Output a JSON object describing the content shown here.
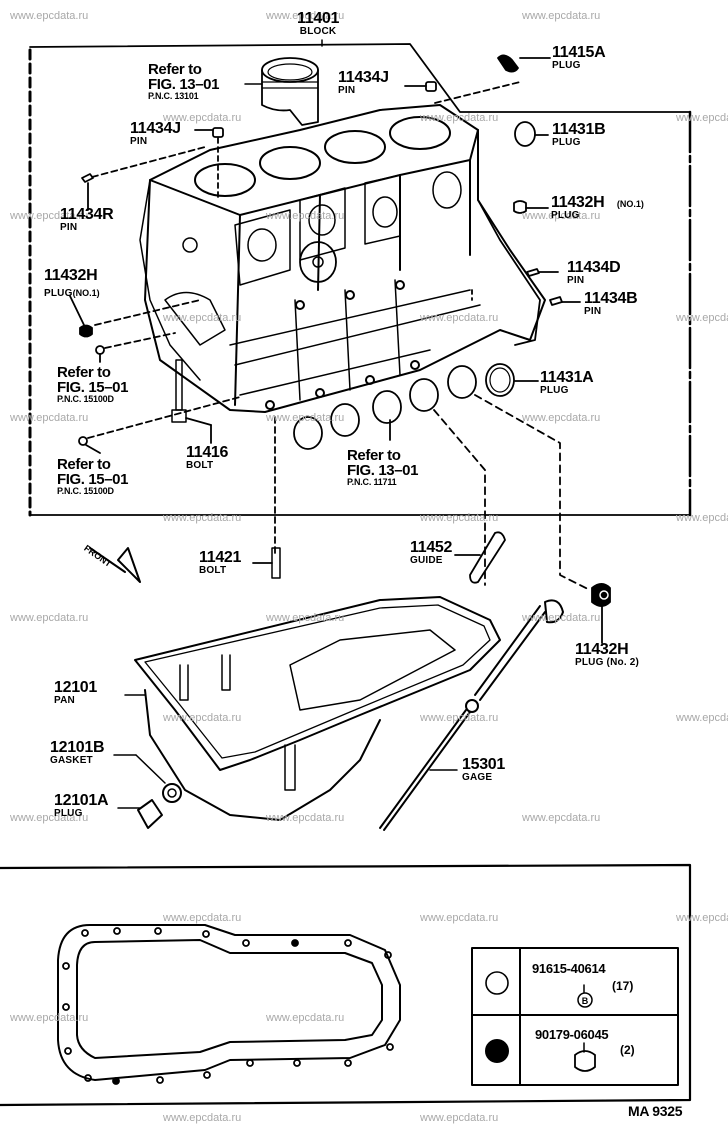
{
  "diagram": {
    "code": "MA 9325",
    "watermark": "www.epcdata.ru",
    "front_label": "FRONT"
  },
  "parts": {
    "block": {
      "pn": "11401",
      "name": "BLOCK"
    },
    "plug_11415a": {
      "pn": "11415A",
      "name": "PLUG"
    },
    "pin_11434j_top": {
      "pn": "11434J",
      "name": "PIN"
    },
    "pin_11434j_left": {
      "pn": "11434J",
      "name": "PIN"
    },
    "plug_11431b": {
      "pn": "11431B",
      "name": "PLUG"
    },
    "pin_11434r": {
      "pn": "11434R",
      "name": "PIN"
    },
    "plug_11432h_right": {
      "pn": "11432H",
      "name": "PLUG",
      "note": "(NO.1)"
    },
    "plug_11432h_left": {
      "pn": "11432H",
      "name": "PLUG",
      "note": "(NO.1)"
    },
    "pin_11434d": {
      "pn": "11434D",
      "name": "PIN"
    },
    "pin_11434b": {
      "pn": "11434B",
      "name": "PIN"
    },
    "plug_11431a": {
      "pn": "11431A",
      "name": "PLUG"
    },
    "bolt_11416": {
      "pn": "11416",
      "name": "BOLT"
    },
    "bolt_11421": {
      "pn": "11421",
      "name": "BOLT"
    },
    "guide_11452": {
      "pn": "11452",
      "name": "GUIDE"
    },
    "plug_11432h_no2": {
      "pn": "11432H",
      "name": "PLUG (No. 2)"
    },
    "pan_12101": {
      "pn": "12101",
      "name": "PAN"
    },
    "gasket_12101b": {
      "pn": "12101B",
      "name": "GASKET"
    },
    "plug_12101a": {
      "pn": "12101A",
      "name": "PLUG"
    },
    "gage_15301": {
      "pn": "15301",
      "name": "GAGE"
    }
  },
  "references": {
    "piston": {
      "line1": "Refer to",
      "line2": "FIG. 13–01",
      "line3": "P.N.C. 13101"
    },
    "oil_a": {
      "line1": "Refer to",
      "line2": "FIG. 15–01",
      "line3": "P.N.C. 15100D"
    },
    "oil_b": {
      "line1": "Refer to",
      "line2": "FIG. 15–01",
      "line3": "P.N.C. 15100D"
    },
    "bearing": {
      "line1": "Refer to",
      "line2": "FIG. 13–01",
      "line3": "P.N.C. 11711"
    }
  },
  "fastener_table": {
    "rows": [
      {
        "symbol": "open-circle",
        "pn": "91615-40614",
        "qty": "(17)",
        "fastener": "bolt"
      },
      {
        "symbol": "filled-circle",
        "pn": "90179-06045",
        "qty": "(2)",
        "fastener": "nut"
      }
    ]
  }
}
